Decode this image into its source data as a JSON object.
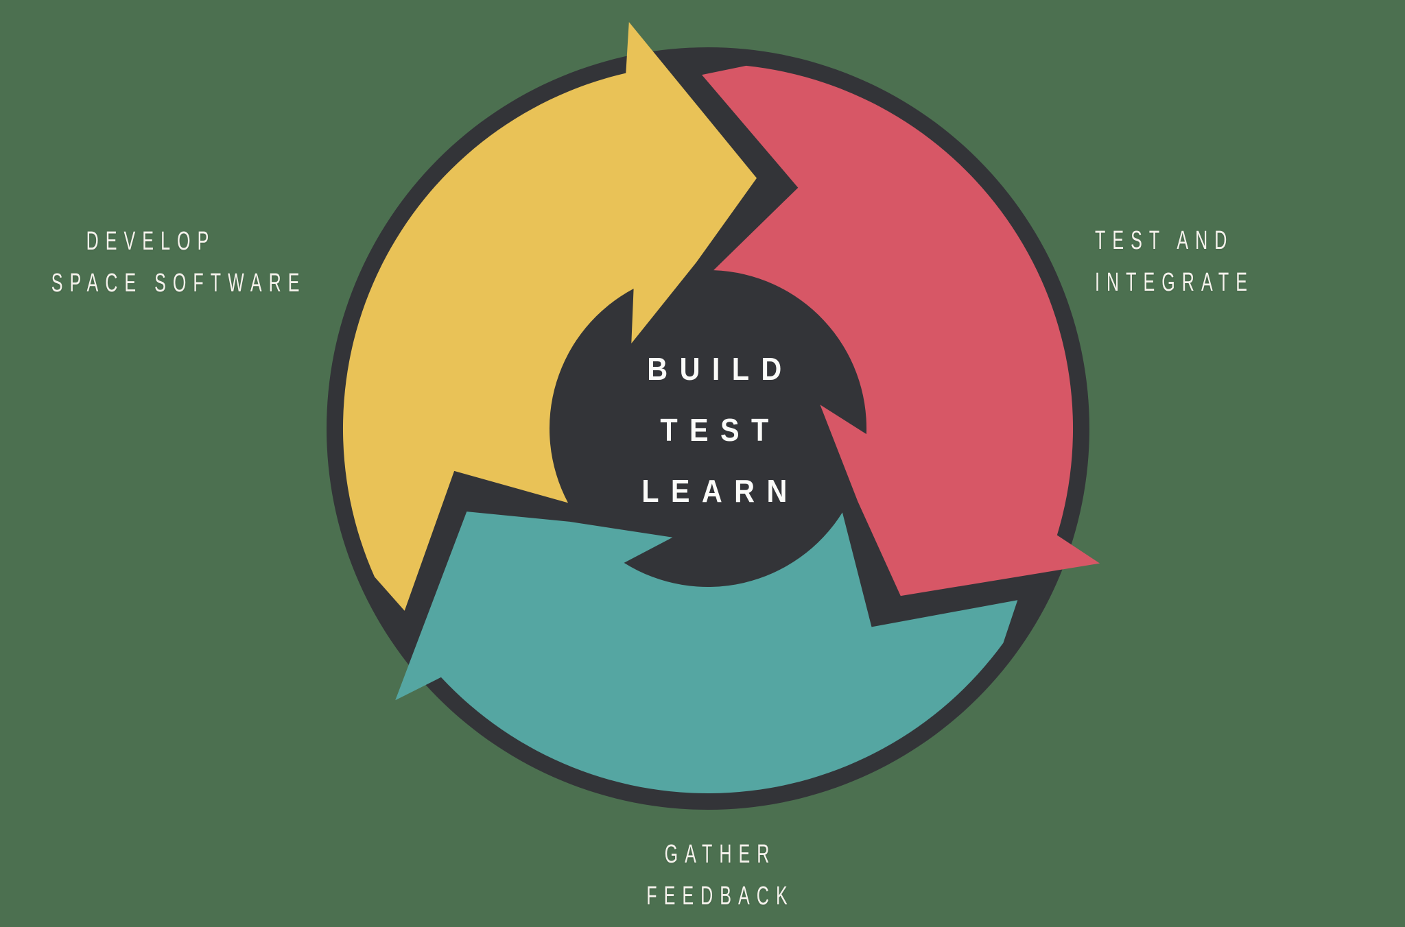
{
  "background_color": "#4c7050",
  "diagram": {
    "ring_color": "#333438",
    "outer_label_color": "#f5f2ec",
    "center_label_color": "#fbfbf9",
    "center_label": {
      "lines": [
        "BUILD",
        "TEST",
        "LEARN"
      ]
    },
    "arrows": [
      {
        "name": "develop-space-software",
        "color": "#e9c257",
        "label_lines": [
          "DEVELOP",
          "SPACE SOFTWARE"
        ]
      },
      {
        "name": "test-and-integrate",
        "color": "#d75766",
        "label_lines": [
          "TEST AND",
          "INTEGRATE"
        ]
      },
      {
        "name": "gather-feedback",
        "color": "#55a6a2",
        "label_lines": [
          "GATHER",
          "FEEDBACK"
        ]
      }
    ]
  }
}
